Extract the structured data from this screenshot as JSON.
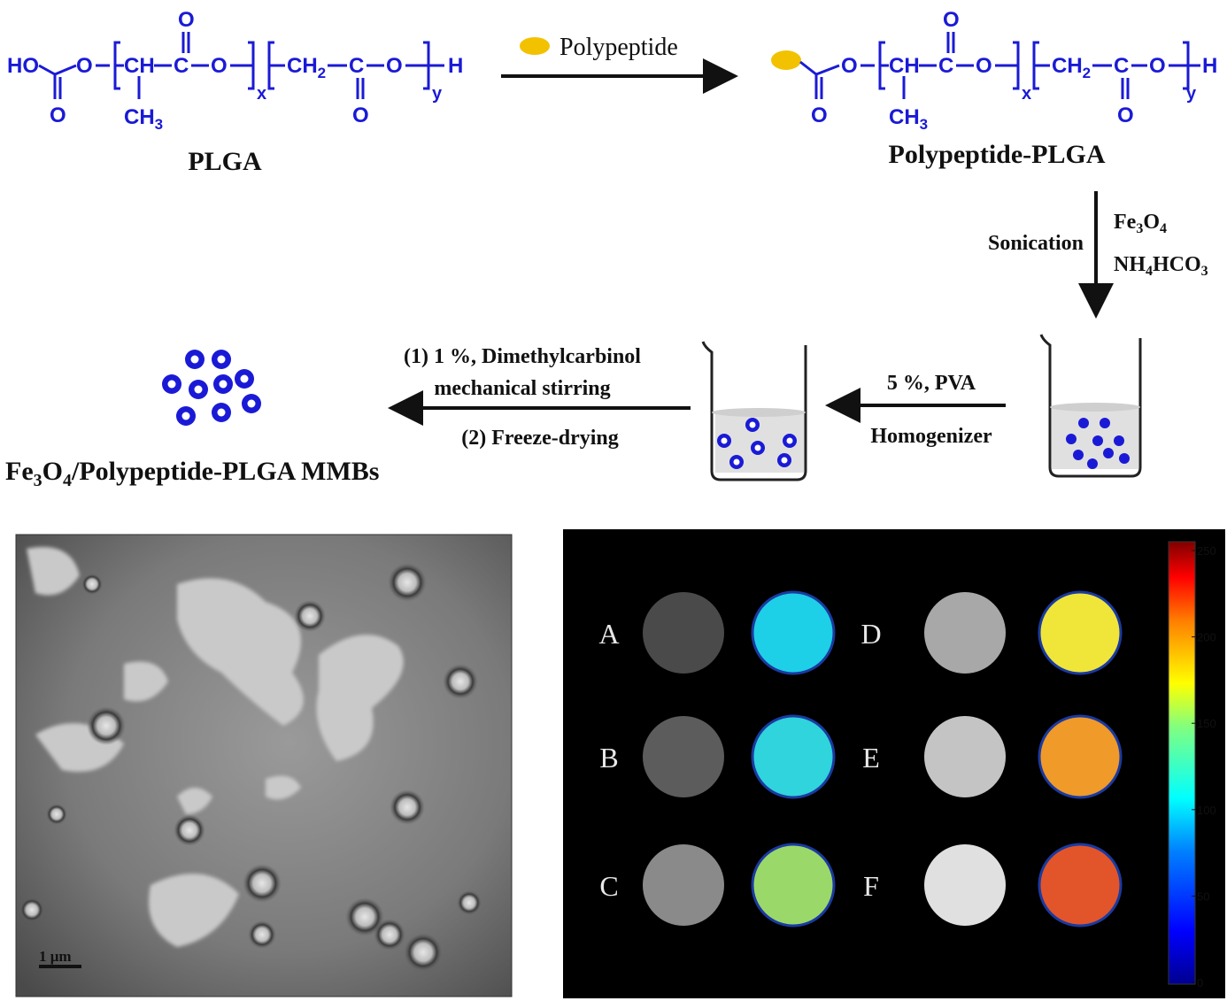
{
  "plga": {
    "ho": "HO",
    "o": "O",
    "ch": "CH",
    "c": "C",
    "ch2": "CH",
    "sub2": "2",
    "ch3": "CH",
    "sub3": "3",
    "x": "x",
    "y": "y",
    "h": "H",
    "name": "PLGA"
  },
  "step1": {
    "reagent": "Polypeptide"
  },
  "product1": {
    "name": "Polypeptide-PLGA"
  },
  "step2": {
    "left": "Sonication",
    "fe": "Fe",
    "fe_sub3": "3",
    "fe_o": "O",
    "fe_sub4": "4",
    "nh": "NH",
    "nh_sub4": "4",
    "nh_hco": "HCO",
    "nh_sub3": "3"
  },
  "step3": {
    "top": "5 %, PVA",
    "bottom": "Homogenizer"
  },
  "step4": {
    "line1": "(1) 1 %, Dimethylcarbinol",
    "line2": "mechanical stirring",
    "line3": "(2) Freeze-drying"
  },
  "final": {
    "fe": "Fe",
    "sub3": "3",
    "o": "O",
    "sub4": "4",
    "rest": "/Polypeptide-PLGA MMBs"
  },
  "tem": {
    "scale_label": "1 μm"
  },
  "mri": {
    "rows": [
      {
        "label": "A",
        "gray": "#4a4a4a",
        "color": "#1ecfe8"
      },
      {
        "label": "B",
        "gray": "#5c5c5c",
        "color": "#2fd4dc"
      },
      {
        "label": "C",
        "gray": "#8a8a8a",
        "color": "#9bd86a"
      },
      {
        "label": "D",
        "gray": "#a8a8a8",
        "color": "#f0e63a"
      },
      {
        "label": "E",
        "gray": "#c4c4c4",
        "color": "#f09a2a"
      },
      {
        "label": "F",
        "gray": "#e0e0e0",
        "color": "#e2552a"
      }
    ],
    "colorbar_ticks": [
      "250",
      "200",
      "150",
      "100",
      "50",
      "0"
    ]
  },
  "colors": {
    "chem_blue": "#1a1ad6",
    "polypeptide": "#f2c200",
    "bead": "#1a1ad6"
  }
}
